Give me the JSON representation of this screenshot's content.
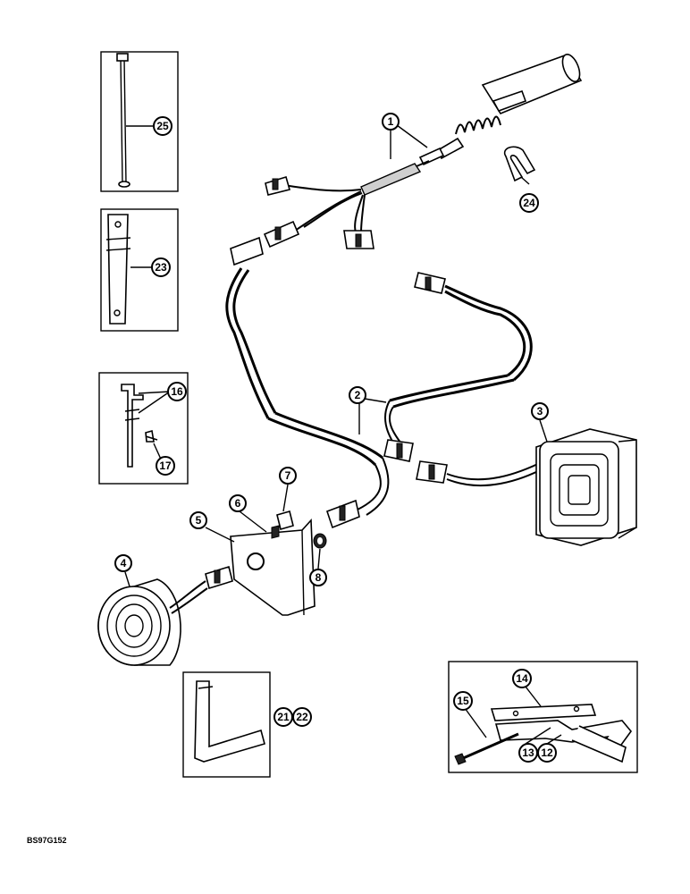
{
  "drawing_code": "BS97G152",
  "callouts": {
    "c1": "1",
    "c2": "2",
    "c3": "3",
    "c4": "4",
    "c5": "5",
    "c6": "6",
    "c7": "7",
    "c8": "8",
    "c12": "12",
    "c13": "13",
    "c14": "14",
    "c15": "15",
    "c16": "16",
    "c17": "17",
    "c21": "21",
    "c22": "22",
    "c23": "23",
    "c24": "24",
    "c25": "25"
  }
}
